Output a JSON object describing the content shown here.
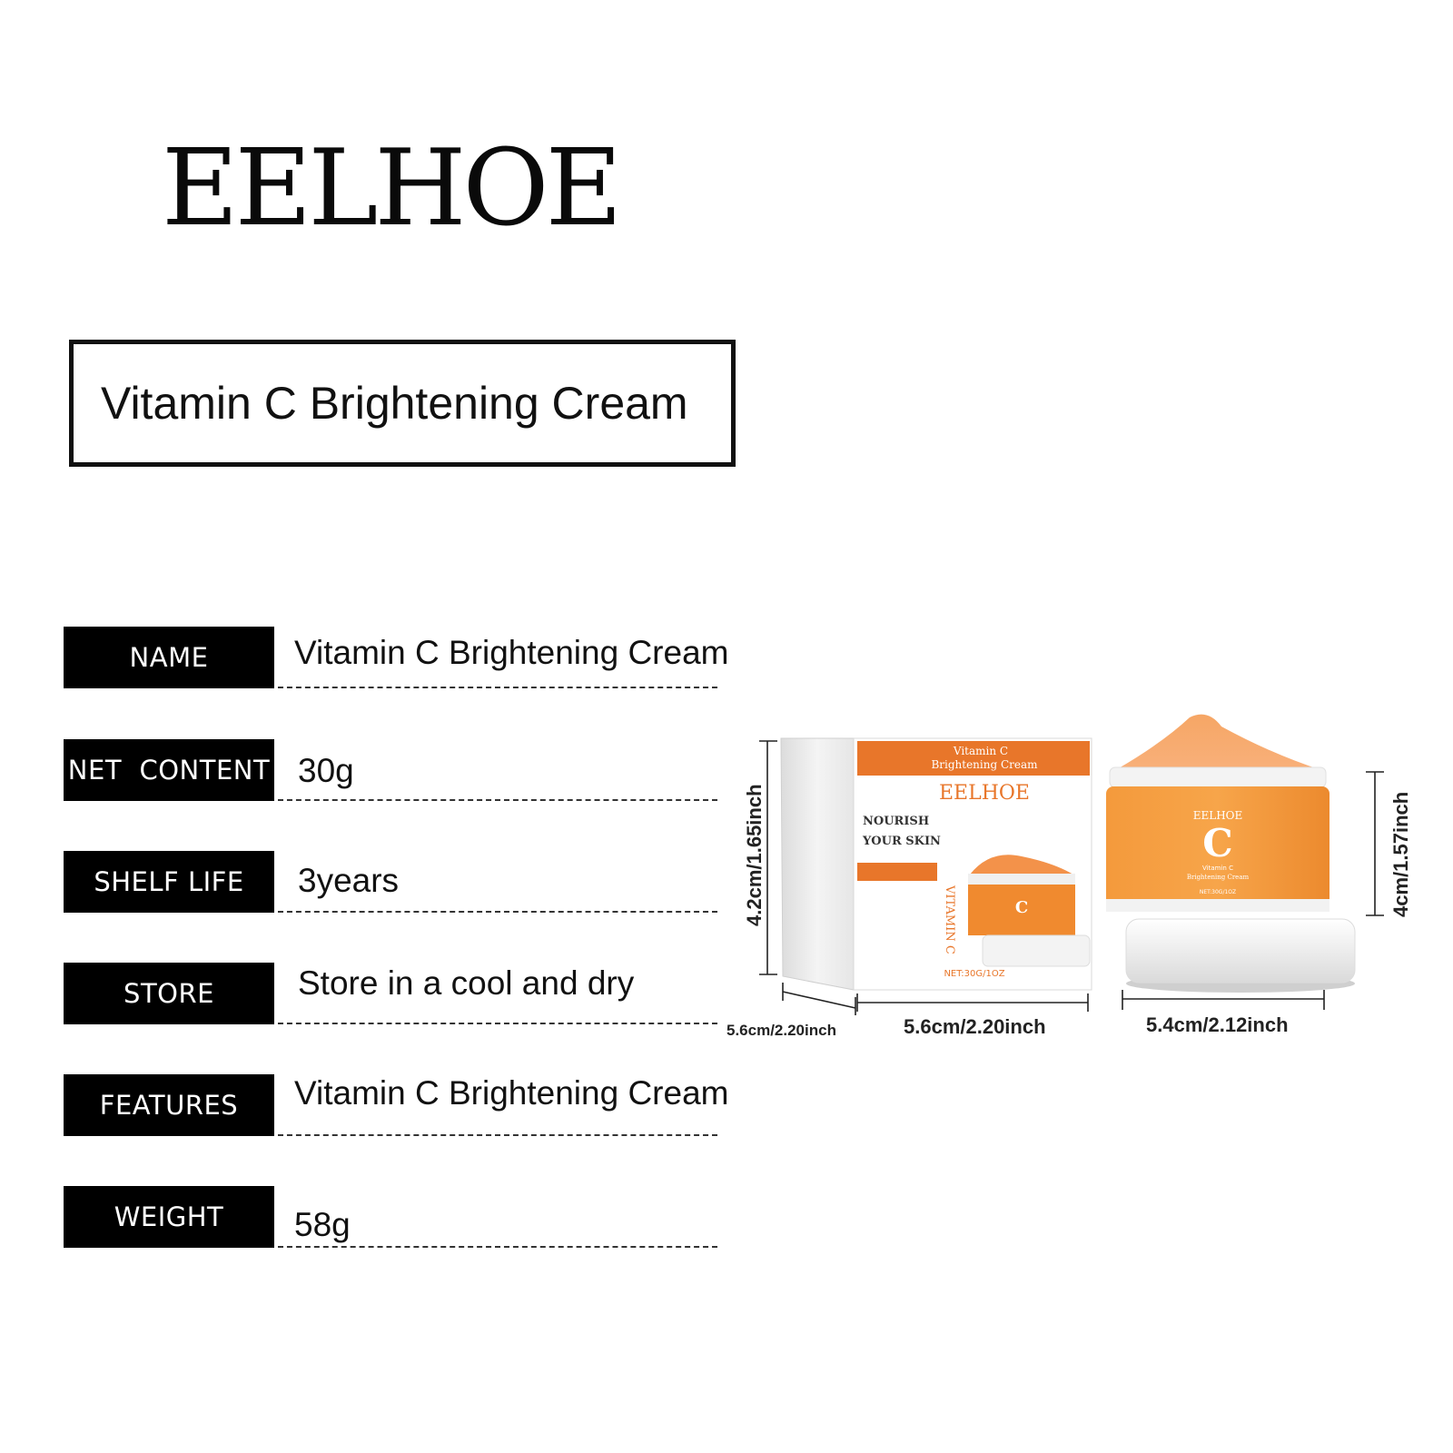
{
  "brand": {
    "name": "EELHOE"
  },
  "title": "Vitamin C Brightening Cream",
  "specs": [
    {
      "label": "NAME",
      "value": "Vitamin C Brightening Cream"
    },
    {
      "label": "NET  CONTENT",
      "value": "30g"
    },
    {
      "label": "SHELF LIFE",
      "value": "3years"
    },
    {
      "label": "STORE",
      "value": "Store in a cool and dry"
    },
    {
      "label": "FEATURES",
      "value": "Vitamin C Brightening Cream"
    },
    {
      "label": "WEIGHT",
      "value": "58g"
    }
  ],
  "box": {
    "header": "Vitamin C\nBrightening Cream",
    "header_line1": "Vitamin C",
    "header_line2": "Brightening Cream",
    "brand": "EELHOE",
    "slogan_line1": "NOURISH",
    "slogan_line2": "YOUR SKIN",
    "side_text": "VITAMIN C",
    "net": "NET:30G/1OZ"
  },
  "jar": {
    "brand": "EELHOE",
    "letter": "C",
    "line1": "Vitamin C",
    "line2": "Brightening Cream",
    "net": "NET:30G/1OZ"
  },
  "dimensions": {
    "box_height": "4.2cm/1.65inch",
    "box_depth": "5.6cm/2.20inch",
    "box_width": "5.6cm/2.20inch",
    "jar_width": "5.4cm/2.12inch",
    "jar_height": "4cm/1.57inch"
  },
  "colors": {
    "accent": "#E8762A",
    "label_bg": "#000000"
  }
}
